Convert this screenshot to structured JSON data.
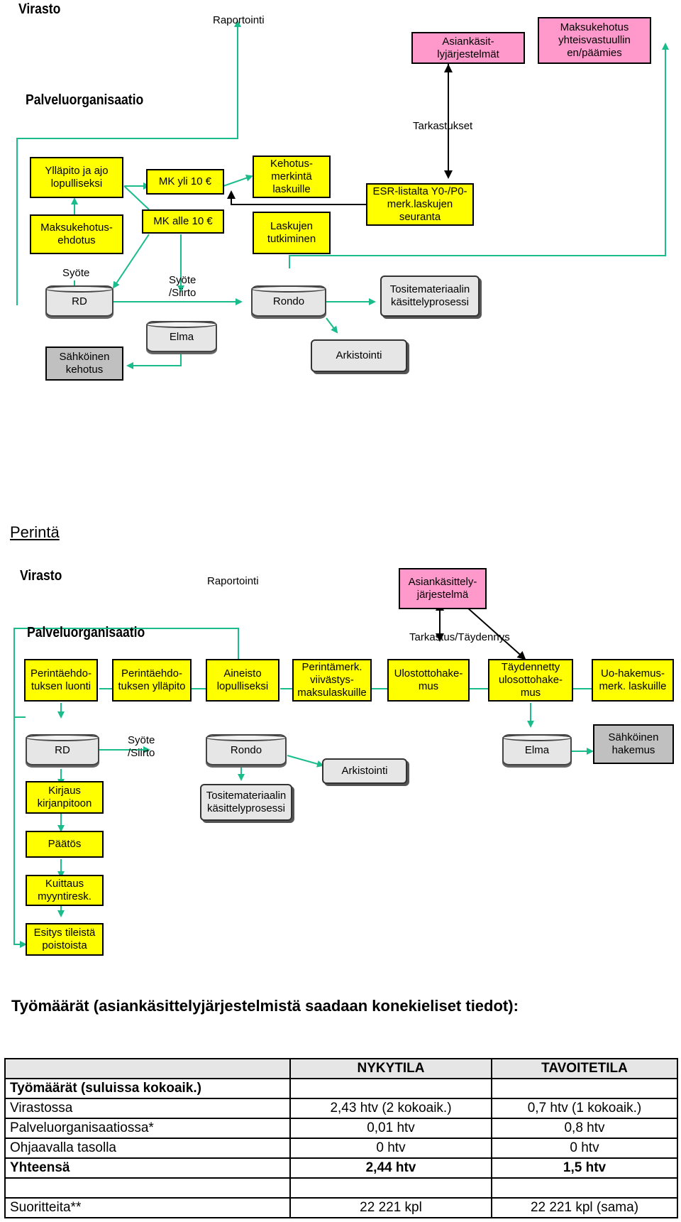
{
  "top": {
    "virasto": "Virasto",
    "raportointi": "Raportointi",
    "palveluorganisaatio": "Palveluorganisaatio",
    "tarkastukset": "Tarkastukset",
    "asiankasittely": "Asiankäsit-lyjärjestelmät",
    "maksukehotus": "Maksukehotus yhteisvastuullin en/päämies",
    "yllapito": "Ylläpito ja ajo lopulliseksi",
    "maksukehotusehdotus": "Maksukehotus-ehdotus",
    "mk_yli": "MK yli 10 €",
    "mk_alle": "MK  alle  10 €",
    "kehotusmerkinta": "Kehotus-merkintä laskuille",
    "laskujen": "Laskujen tutkiminen",
    "esr": "ESR-listalta Y0-/P0-merk.laskujen seuranta",
    "syote": "Syöte",
    "syote_siirto": "Syöte /Siirto",
    "rd": "RD",
    "rondo": "Rondo",
    "tositemateriaali": "Tositemateriaalin käsittelyprosessi",
    "elma": "Elma",
    "sahkoinen_kehotus": "Sähköinen kehotus",
    "arkistointi": "Arkistointi"
  },
  "bottom": {
    "perinta": "Perintä",
    "virasto": "Virasto",
    "raportointi": "Raportointi",
    "asiankasittely": "Asiankäsittely-järjestelmä",
    "palveluorganisaatio": "Palveluorganisaatio",
    "tarkastus": "Tarkastus/Täydennys",
    "luonti": "Perintäehdo-tuksen luonti",
    "yllapito": "Perintäehdo-tuksen ylläpito",
    "aineisto": "Aineisto lopulliseksi",
    "perintamerk": "Perintämerk. viivästys-maksulaskuille",
    "ulosotto": "Ulostottohake-mus",
    "taydennetty": "Täydennetty ulosottohake-mus",
    "uohakemus": "Uo-hakemus-merk. laskuille",
    "rd": "RD",
    "syote_siirto": "Syöte /Siirto",
    "rondo": "Rondo",
    "elma": "Elma",
    "sahkoinen_hakemus": "Sähköinen hakemus",
    "arkistointi": "Arkistointi",
    "kirjaus": "Kirjaus kirjanpitoon",
    "tositemateriaali": "Tositemateriaalin käsittelyprosessi",
    "paatos": "Päätös",
    "kuittaus": "Kuittaus myyntiresk.",
    "esitys": "Esitys tileistä poistoista"
  },
  "tyomaarat": {
    "title": "Työmäärät (asiankäsittelyjärjestelmistä saadaan konekieliset tiedot):",
    "headers": [
      "",
      "NYKYTILA",
      "TAVOITETILA"
    ],
    "rows": [
      [
        "Työmäärät (suluissa kokoaik.)",
        "",
        ""
      ],
      [
        "Virastossa",
        "2,43 htv (2 kokoaik.)",
        "0,7 htv (1 kokoaik.)"
      ],
      [
        "Palveluorganisaatiossa*",
        "0,01 htv",
        "0,8 htv"
      ],
      [
        "Ohjaavalla tasolla",
        "0 htv",
        "0 htv"
      ],
      [
        "Yhteensä",
        "2,44 htv",
        "1,5 htv"
      ],
      [
        "",
        "",
        ""
      ],
      [
        "Suoritteita**",
        "22 221 kpl",
        "22 221 kpl (sama)"
      ]
    ]
  },
  "colors": {
    "flow": "#1abc8c",
    "yellow": "#ffff00",
    "pink": "#ff99cc"
  }
}
